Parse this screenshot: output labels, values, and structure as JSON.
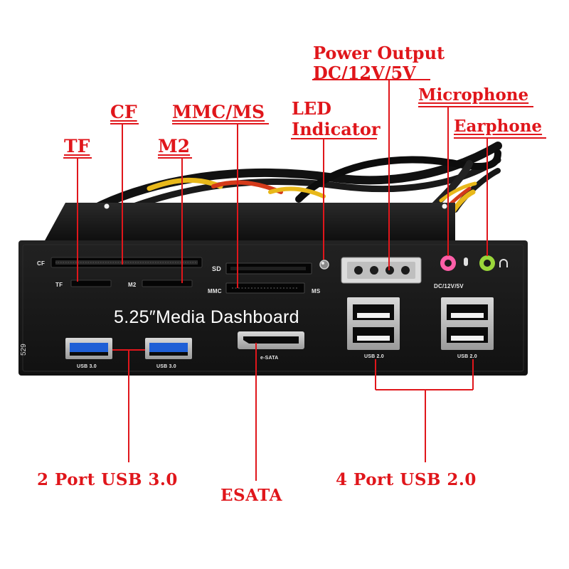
{
  "callouts": {
    "tf": "TF",
    "cf": "CF",
    "m2": "M2",
    "mmc_ms": "MMC/MS",
    "led_line1": "LED",
    "led_line2": "Indicator",
    "power_line1": "Power Output",
    "power_line2": "DC/12V/5V",
    "microphone": "Microphone",
    "earphone": "Earphone",
    "usb3": "2 Port USB 3.0",
    "esata": "ESATA",
    "usb2": "4 Port USB 2.0"
  },
  "panel": {
    "title": "5.25″Media Dashboard",
    "labels": {
      "cf": "CF",
      "tf": "TF",
      "m2": "M2",
      "sd": "SD",
      "mmc": "MMC",
      "ms": "MS",
      "dc": "DC/12V/5V",
      "usb30_a": "USB 3.0",
      "usb30_b": "USB 3.0",
      "esata": "e-SATA",
      "usb20_a": "USB 2.0",
      "usb20_b": "USB 2.0",
      "model": "529"
    }
  },
  "colors": {
    "callout": "#e0161b",
    "panel": "#141414",
    "usb3_blue": "#1f5fd6",
    "mic_jack": "#ff5fa8",
    "ear_jack": "#9ad63a"
  }
}
